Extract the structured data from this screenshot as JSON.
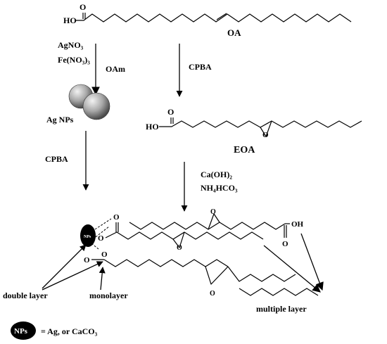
{
  "labels": {
    "oleic_acid": "OA",
    "epoxidized_oleic_acid": "EOA",
    "silver_nanoparticles": "Ag NPs",
    "oleylamine": "OAm",
    "reagent_cpba_right": "CPBA",
    "reagent_cpba_left": "CPBA",
    "double_layer": "double layer",
    "monolayer": "monolayer",
    "multiple_layer": "multiple layer",
    "np_badge": "NPs",
    "legend_text": "= Ag, or CaCO₃"
  },
  "reagents_left": [
    "AgNO₃",
    "Fe(NO₃)₃"
  ],
  "reagents_right": [
    "Ca(OH)₂",
    "NH₄HCO₃"
  ],
  "chem": {
    "ho": "HO",
    "oh": "OH",
    "o": "O"
  },
  "colors": {
    "line": "#000000",
    "sphere_dark": "#4a4a4a",
    "sphere_light": "#f2f2f2",
    "np_fill": "#000000",
    "np_text": "#ffffff"
  }
}
